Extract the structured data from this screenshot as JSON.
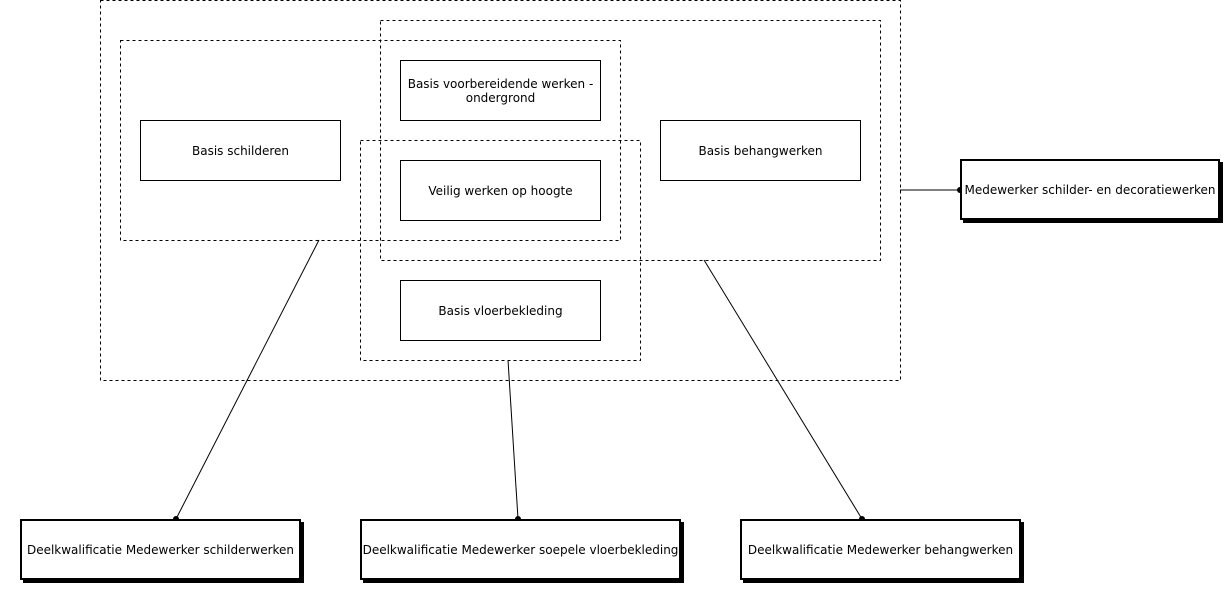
{
  "diagram": {
    "modules": {
      "schilderen": "Basis schilderen",
      "voorbereidende": "Basis voorbereidende werken - ondergrond",
      "hoogte": "Veilig werken op hoogte",
      "behang": "Basis behangwerken",
      "vloer": "Basis vloerbekleding"
    },
    "qualifications": {
      "main": "Medewerker schilder- en decoratiewerken",
      "schilderwerken": "Deelkwalificatie Medewerker schilderwerken",
      "vloerbekleding": "Deelkwalificatie Medewerker soepele vloerbekleding",
      "behangwerken": "Deelkwalificatie Medewerker behangwerken"
    }
  }
}
